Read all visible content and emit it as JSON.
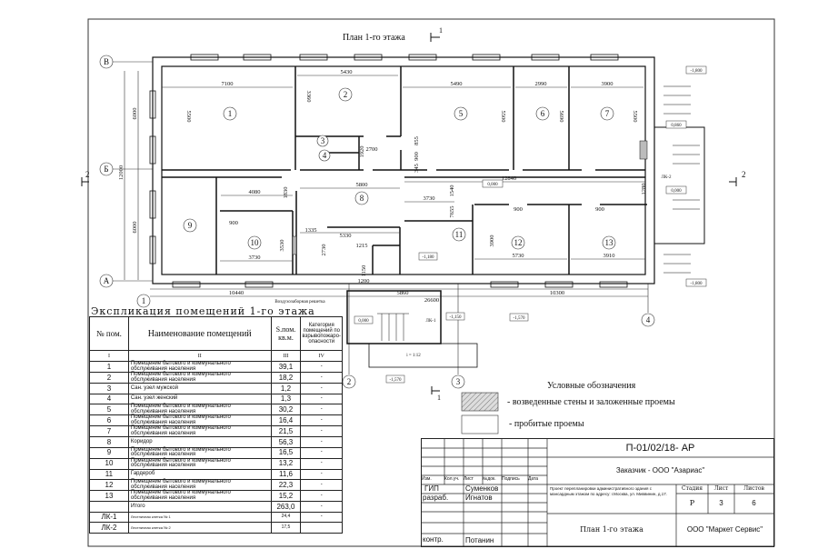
{
  "plan": {
    "title": "План 1-го этажа",
    "section_mark": "1",
    "axes": {
      "rows": [
        "В",
        "Б",
        "А"
      ],
      "cols": [
        "1",
        "2",
        "3",
        "4"
      ]
    },
    "rooms": [
      "1",
      "2",
      "3",
      "4",
      "5",
      "6",
      "7",
      "8",
      "9",
      "10",
      "11",
      "12",
      "13"
    ],
    "dimensions": {
      "d7100": "7100",
      "d5430": "5430",
      "d5490": "5490",
      "d2990": "2990",
      "d3900": "3900",
      "d5500a": "5500",
      "d3360": "3360",
      "d5500b": "5500",
      "d5690": "5690",
      "d5500c": "5500",
      "d2700": "2700",
      "d1920": "1920",
      "d855": "855",
      "d900a": "900",
      "d345": "345",
      "d6000a": "6000",
      "d6000b": "6000",
      "d12000": "12000",
      "d4080": "4080",
      "d5800": "5800",
      "d12840": "12840",
      "d1830": "1830",
      "d1540": "1540",
      "d1280": "1280",
      "d3730a": "3730",
      "d7655": "7655",
      "d900b": "900",
      "d900c": "900",
      "d900d": "900",
      "d3730b": "3730",
      "d3530": "3530",
      "d1335": "1335",
      "d5330": "5330",
      "d2730": "2730",
      "d1215": "1215",
      "d1150": "1150",
      "d1200": "1200",
      "d3900b": "3900",
      "d5730": "5730",
      "d3910": "3910",
      "d10440": "10440",
      "d5860": "5860",
      "d10300": "10300",
      "d26600": "26600"
    },
    "levels": {
      "top_right": "-1,800",
      "landing": "0,860",
      "corridor": "0,000",
      "stair_right": "0,000",
      "bottom_right": "-1,800",
      "l1180": "-1,180",
      "stair_low": "0,000",
      "l1150": "-1,150",
      "l1570a": "-1,570",
      "l1570b": "-1,570"
    },
    "stair_labels": {
      "lk2": "ЛК-2",
      "lk1": "ЛК-1"
    },
    "ramp_label": "i = 1:12",
    "vent_label": "Воздухозаборная решетка"
  },
  "legend": {
    "title": "Условные обозначения",
    "items": [
      {
        "label": "- возведенные стены и заложенные проемы"
      },
      {
        "label": "- пробитые проемы"
      }
    ]
  },
  "explication": {
    "title": "Экспликация помещений 1-го этажа",
    "headers": [
      "№ пом.",
      "Наименование помещений",
      "S.пом. кв.м.",
      "Категория помещений по взрывопожаро-опасности"
    ],
    "roman": [
      "I",
      "II",
      "III",
      "IV"
    ],
    "rows": [
      [
        "1",
        "Помещение бытового и коммунального обслуживания населения",
        "39,1",
        "-"
      ],
      [
        "2",
        "Помещение бытового и коммунального обслуживания населения",
        "18,2",
        "-"
      ],
      [
        "3",
        "Сан. узел мужской",
        "1,2",
        "-"
      ],
      [
        "4",
        "Сан. узел женский",
        "1,3",
        "-"
      ],
      [
        "5",
        "Помещение бытового и коммунального обслуживания населения",
        "30,2",
        "-"
      ],
      [
        "6",
        "Помещение бытового и коммунального обслуживания населения",
        "16,4",
        "-"
      ],
      [
        "7",
        "Помещение бытового и коммунального обслуживания населения",
        "21,5",
        "-"
      ],
      [
        "8",
        "Коридор",
        "56,3",
        "-"
      ],
      [
        "9",
        "Помещение бытового и коммунального обслуживания населения",
        "16,5",
        "-"
      ],
      [
        "10",
        "Помещение бытового и коммунального обслуживания населения",
        "13,2",
        "-"
      ],
      [
        "11",
        "Гардероб",
        "11,6",
        "-"
      ],
      [
        "12",
        "Помещение бытового и коммунального обслуживания населения",
        "22,3",
        "-"
      ],
      [
        "13",
        "Помещение бытового и коммунального обслуживания населения",
        "15,2",
        "-"
      ],
      [
        "",
        "Итого",
        "263,0",
        "-"
      ],
      [
        "ЛК-1",
        "Лестничная клетка № 1",
        "24,4",
        "-"
      ],
      [
        "ЛК-2",
        "Лестничная клетка № 2",
        "17,5",
        ""
      ]
    ]
  },
  "title_block": {
    "code": "П-01/02/18- АР",
    "customer": "Заказчик - ООО \"Азариас\"",
    "col_headers": [
      "Изм.",
      "Кол.уч.",
      "Лист",
      "№док.",
      "Подпись",
      "Дата"
    ],
    "people": [
      {
        "role": "ГИП",
        "name": "Суменков"
      },
      {
        "role": "разраб.",
        "name": "Игнатов"
      },
      {
        "role": "контр.",
        "name": "Потанин"
      }
    ],
    "project": "Проект перепланировки административного здания с мансардным этажом по адресу: г.Москва, ул. Миввинин, д.17.",
    "stage_label": "Стадия",
    "sheet_label": "Лист",
    "sheets_label": "Листов",
    "stage": "Р",
    "sheet": "3",
    "sheets": "6",
    "drawing_title": "План 1-го этажа",
    "company": "ООО \"Маркет Сервис\""
  }
}
